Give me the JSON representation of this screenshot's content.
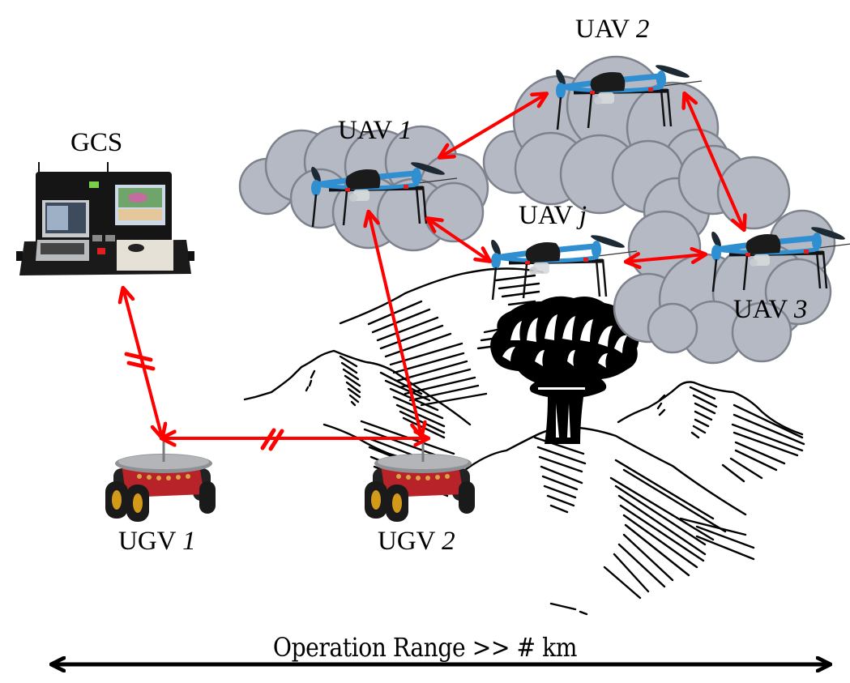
{
  "title": "Heterogeneous UAV/UGV network over hazardous terrain",
  "colors": {
    "link": "#ff0000",
    "cloud_fill": "#b4b9c4",
    "cloud_stroke": "#7d828c",
    "drone_arm": "#2f8fd0",
    "drone_body": "#1b1b1b",
    "ugv_body": "#b8232a",
    "ink": "#000000"
  },
  "nodes": {
    "gcs": {
      "label": "GCS",
      "icon": "ground-control-station-icon"
    },
    "uav1": {
      "label": "UAV",
      "index": "1",
      "icon": "quadcopter-icon"
    },
    "uav2": {
      "label": "UAV",
      "index": "2",
      "icon": "quadcopter-icon"
    },
    "uavj": {
      "label": "UAV",
      "index": "j",
      "icon": "quadcopter-icon"
    },
    "uav3": {
      "label": "UAV",
      "index": "3",
      "icon": "quadcopter-icon"
    },
    "ugv1": {
      "label": "UGV",
      "index": "1",
      "icon": "ground-robot-icon"
    },
    "ugv2": {
      "label": "UGV",
      "index": "2",
      "icon": "ground-robot-icon"
    }
  },
  "links": [
    {
      "from": "gcs",
      "to": "ugv1",
      "type": "bidirectional",
      "broken": true
    },
    {
      "from": "ugv1",
      "to": "ugv2",
      "type": "bidirectional",
      "broken": true
    },
    {
      "from": "ugv2",
      "to": "uav1",
      "type": "bidirectional",
      "broken": false
    },
    {
      "from": "uav1",
      "to": "uav2",
      "type": "bidirectional",
      "broken": false
    },
    {
      "from": "uav1",
      "to": "uavj",
      "type": "bidirectional",
      "broken": false
    },
    {
      "from": "uav2",
      "to": "uav3",
      "type": "bidirectional",
      "broken": false
    },
    {
      "from": "uavj",
      "to": "uav3",
      "type": "bidirectional",
      "broken": false
    }
  ],
  "hazard": {
    "icon": "mushroom-cloud-explosion-icon",
    "terrain": "mountain-range-icon"
  },
  "range": {
    "label": "Operation Range >> # km",
    "icon": "double-arrow-icon"
  }
}
